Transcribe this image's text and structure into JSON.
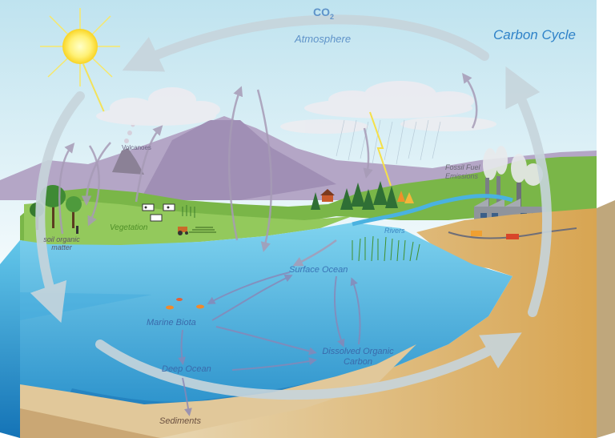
{
  "diagram": {
    "title": "Carbon Cycle",
    "co2_main": "CO",
    "co2_sub": "2",
    "labels": {
      "atmosphere": "Atmosphere",
      "volcanoes": "Volcanoes",
      "vegetation": "Vegetation",
      "soil_organic_matter": "soil organic matter",
      "fossil_fuel_emissions": "Fossil Fuel Emissions",
      "rivers": "Rivers",
      "surface_ocean": "Surface Ocean",
      "marine_biota": "Marine Biota",
      "dissolved_organic_carbon": "Dissolved Organic Carbon",
      "deep_ocean": "Deep Ocean",
      "sediments": "Sediments"
    }
  }
}
